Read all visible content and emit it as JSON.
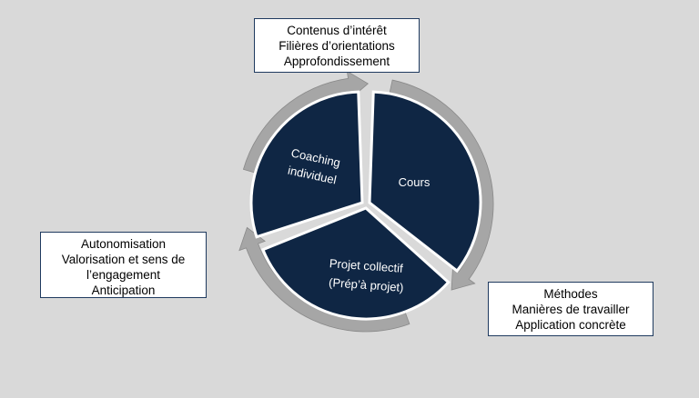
{
  "diagram": {
    "segments": {
      "top_right": "Cours",
      "top_left": [
        "Coaching",
        "individuel"
      ],
      "bottom": [
        "Projet collectif",
        "(Prép’à projet)"
      ]
    },
    "boxes": {
      "top": [
        "Contenus d’intérêt",
        "Filières d’orientations",
        "Approfondissement"
      ],
      "left": [
        "Autonomisation",
        "Valorisation et sens de",
        "l’engagement",
        "Anticipation"
      ],
      "right": [
        "Méthodes",
        "Manières de travailler",
        "Application concrète"
      ]
    },
    "colors": {
      "background": "#d9d9d9",
      "segment_fill": "#0f2644",
      "arrow_fill": "#a6a6a6",
      "box_border": "#1f3a5f"
    }
  }
}
